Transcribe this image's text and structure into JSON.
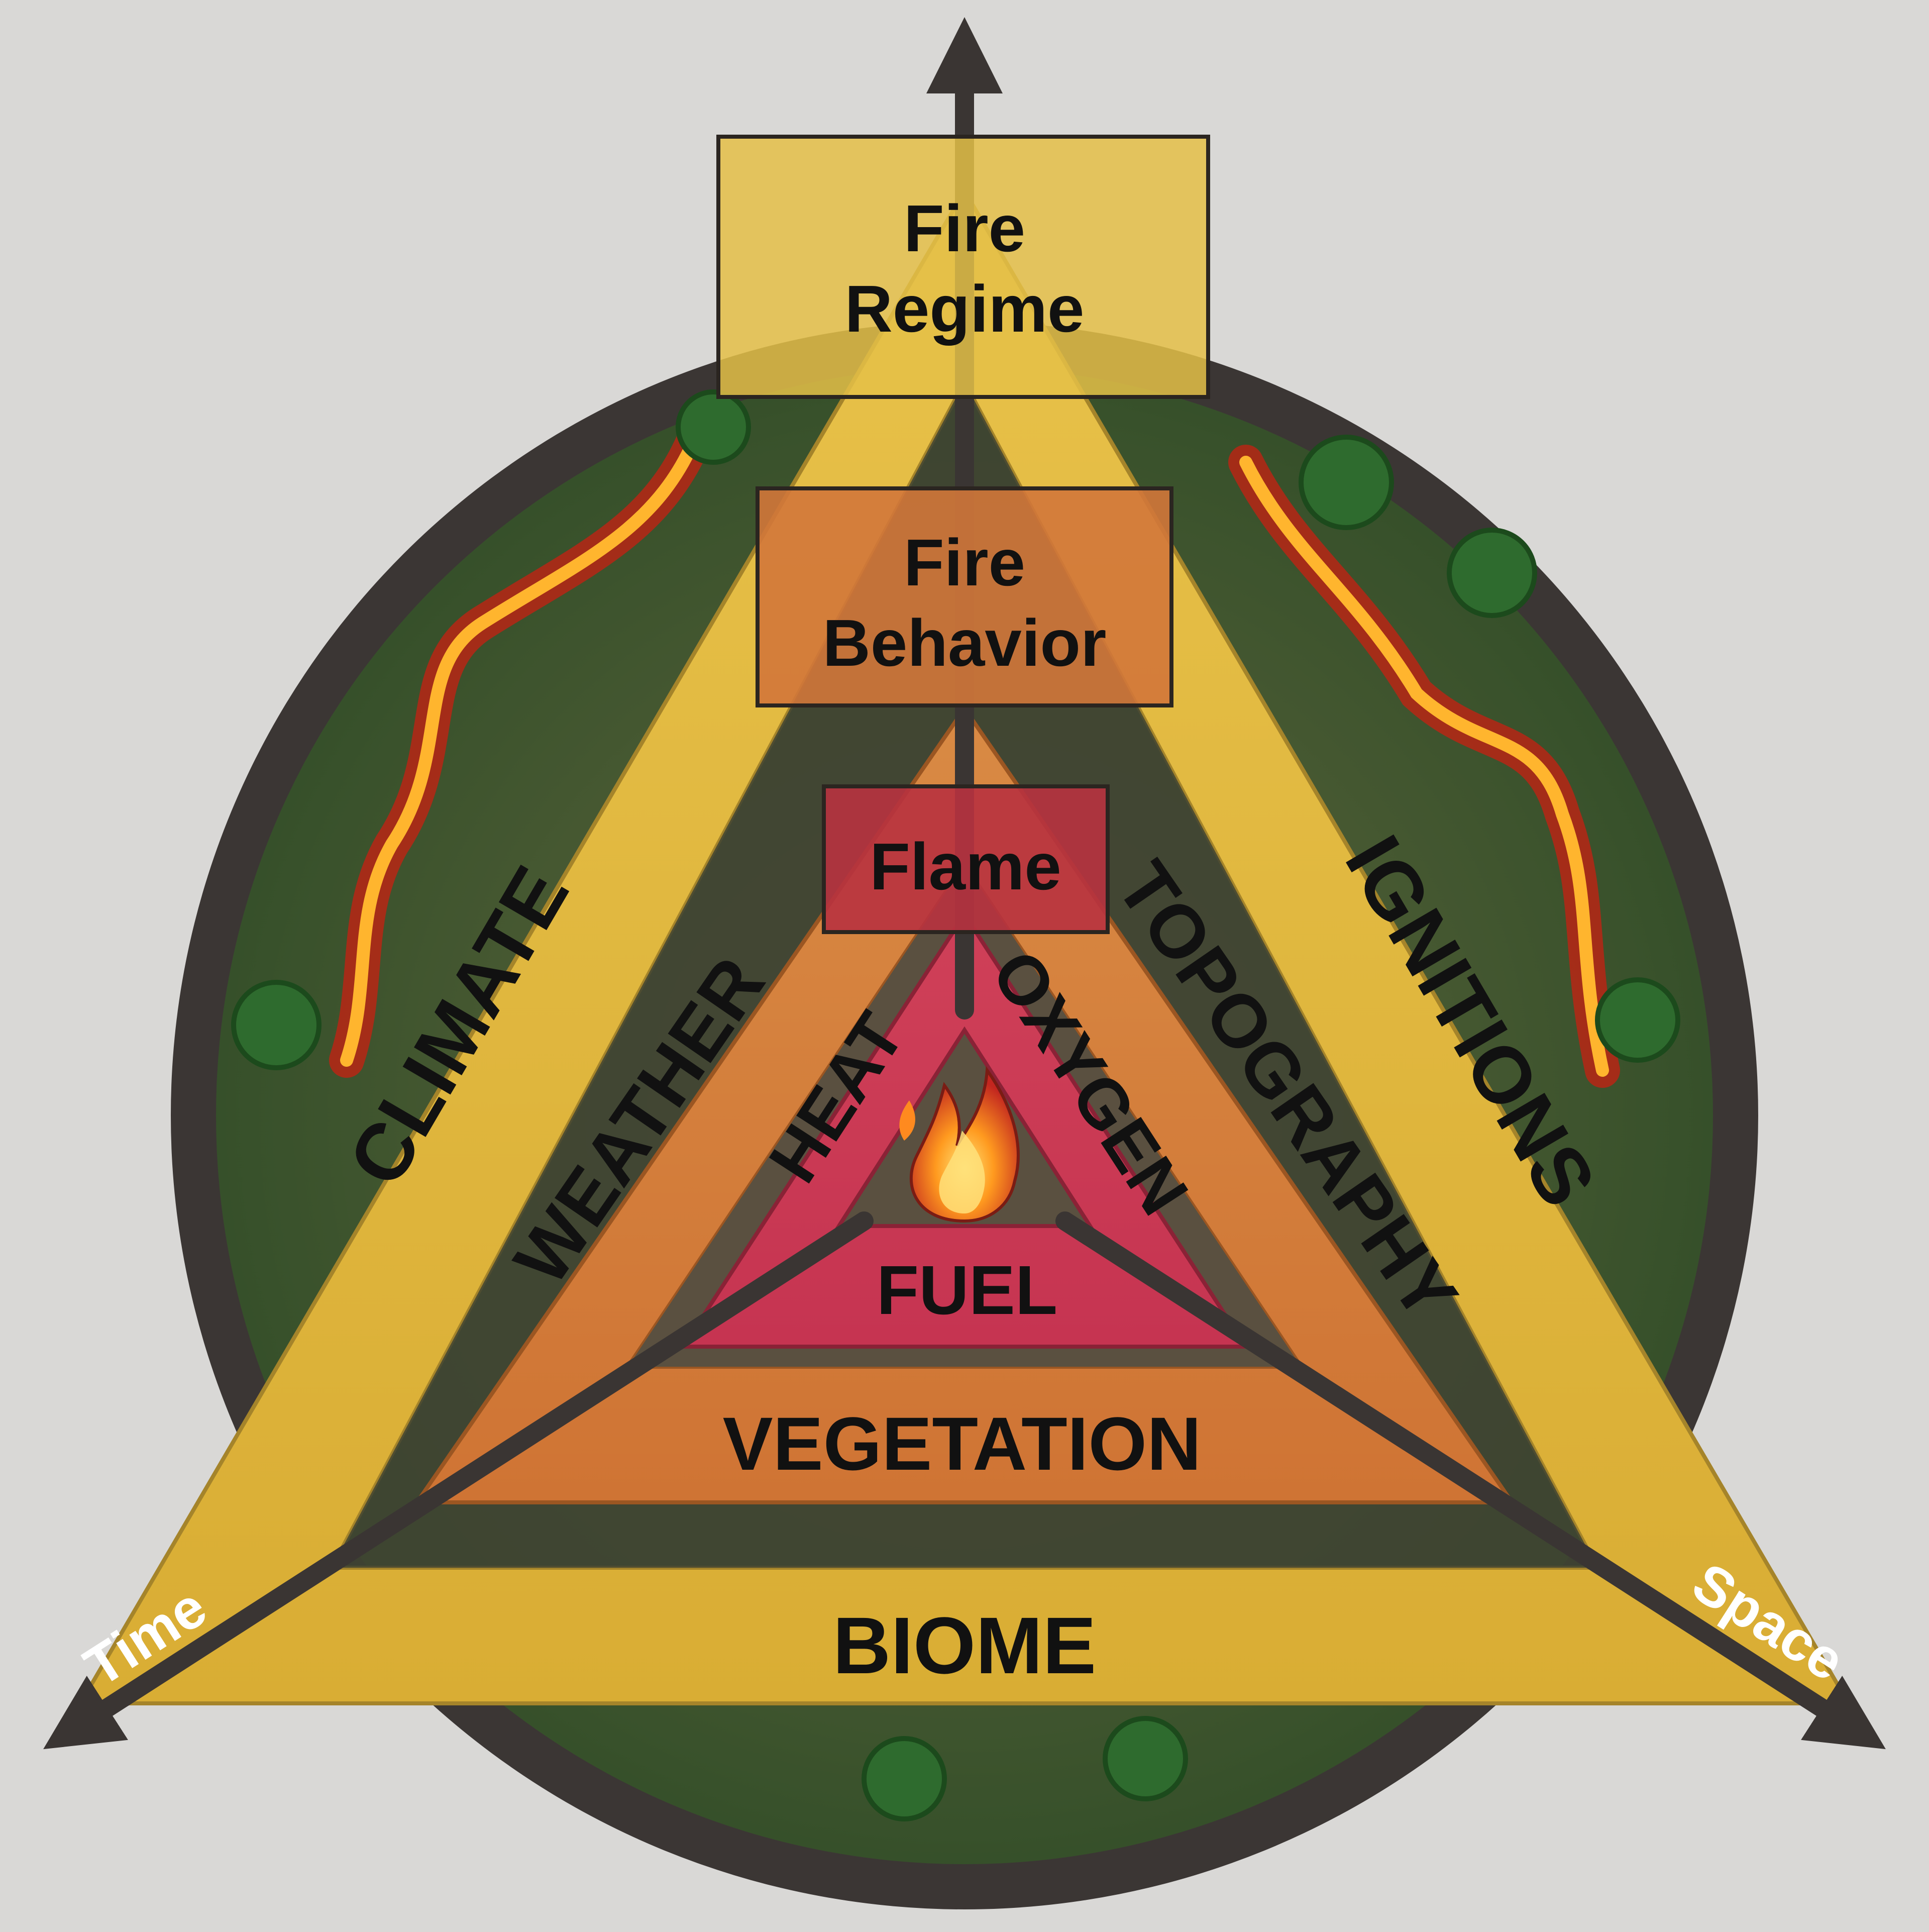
{
  "diagram": {
    "tiers": {
      "fire_regime": {
        "title_line1": "Fire",
        "title_line2": "Regime"
      },
      "fire_behavior": {
        "title_line1": "Fire",
        "title_line2": "Behavior"
      },
      "flame": {
        "title": "Flame"
      }
    },
    "outer_factors": {
      "left": "CLIMATE",
      "right": "IGNITIONS",
      "bottom": "BIOME"
    },
    "middle_factors": {
      "left": "WEATHER",
      "right": "TOPOGRAPHY",
      "bottom": "VEGETATION"
    },
    "inner_factors": {
      "left": "HEAT",
      "right": "OXYGEN",
      "bottom": "FUEL"
    },
    "axes": {
      "time": "Time",
      "space": "Space"
    },
    "icons": {
      "center": "flame-icon",
      "trees": "tree-icon",
      "fire_lines": "fire-line-icon"
    },
    "colors": {
      "background": "#d9d8d6",
      "disc_rim": "#3b3634",
      "grass": "#3f5a2a",
      "outer_band": "#dcb53f",
      "middle_band": "#d47f3c",
      "inner_band": "#c93b55",
      "flame_box": "#b8323f",
      "axis": "#3a3533",
      "fire": "#ff9a1a"
    }
  }
}
